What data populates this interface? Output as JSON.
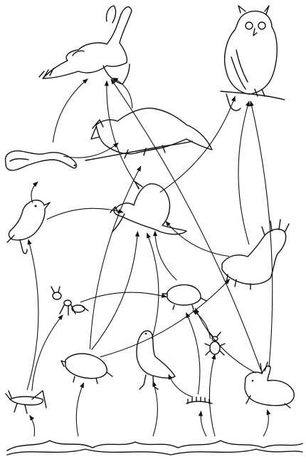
{
  "diagram": {
    "type": "food-web",
    "colors": {
      "ink": "#111111",
      "background": "#ffffff"
    },
    "organisms": [
      {
        "id": "eagle",
        "icon": "eagle-icon"
      },
      {
        "id": "owl",
        "icon": "owl-icon"
      },
      {
        "id": "fox",
        "icon": "fox-icon"
      },
      {
        "id": "snake",
        "icon": "snake-icon"
      },
      {
        "id": "weasel",
        "icon": "weasel-icon"
      },
      {
        "id": "songbird",
        "icon": "songbird-icon"
      },
      {
        "id": "skunk",
        "icon": "skunk-icon"
      },
      {
        "id": "ant",
        "icon": "ant-icon"
      },
      {
        "id": "shrew",
        "icon": "shrew-icon"
      },
      {
        "id": "vole",
        "icon": "vole-icon"
      },
      {
        "id": "grouse",
        "icon": "grouse-icon"
      },
      {
        "id": "beetle",
        "icon": "beetle-icon"
      },
      {
        "id": "grasshopper",
        "icon": "grasshopper-icon"
      },
      {
        "id": "caterpillar",
        "icon": "caterpillar-icon"
      },
      {
        "id": "rabbit",
        "icon": "rabbit-icon"
      },
      {
        "id": "grass",
        "icon": "grass-icon"
      }
    ],
    "links": [
      {
        "from": "snake",
        "to": "eagle"
      },
      {
        "from": "fox",
        "to": "eagle"
      },
      {
        "from": "weasel",
        "to": "eagle"
      },
      {
        "from": "rabbit",
        "to": "eagle"
      },
      {
        "from": "songbird",
        "to": "snake"
      },
      {
        "from": "snake",
        "to": "fox"
      },
      {
        "from": "vole",
        "to": "fox"
      },
      {
        "from": "weasel",
        "to": "owl"
      },
      {
        "from": "skunk",
        "to": "owl"
      },
      {
        "from": "rabbit",
        "to": "owl"
      },
      {
        "from": "songbird",
        "to": "weasel"
      },
      {
        "from": "vole",
        "to": "weasel"
      },
      {
        "from": "shrew",
        "to": "weasel"
      },
      {
        "from": "grouse",
        "to": "weasel"
      },
      {
        "from": "skunk",
        "to": "weasel"
      },
      {
        "from": "vole",
        "to": "skunk"
      },
      {
        "from": "ant",
        "to": "shrew"
      },
      {
        "from": "beetle",
        "to": "shrew"
      },
      {
        "from": "rabbit",
        "to": "shrew"
      },
      {
        "from": "grasshopper",
        "to": "songbird"
      },
      {
        "from": "grasshopper",
        "to": "ant"
      },
      {
        "from": "caterpillar",
        "to": "shrew"
      },
      {
        "from": "caterpillar",
        "to": "grouse"
      },
      {
        "from": "grass",
        "to": "grasshopper"
      },
      {
        "from": "grass",
        "to": "vole"
      },
      {
        "from": "grass",
        "to": "grouse"
      },
      {
        "from": "grass",
        "to": "caterpillar"
      },
      {
        "from": "grass",
        "to": "rabbit"
      },
      {
        "from": "grass",
        "to": "beetle"
      }
    ]
  }
}
